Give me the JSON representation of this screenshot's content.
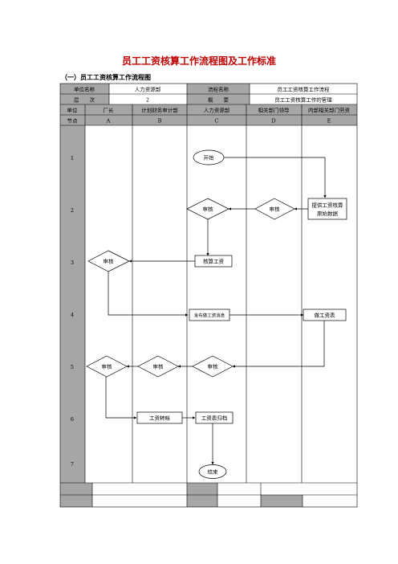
{
  "doc": {
    "title": "员工工资核算工作流程图及工作标准",
    "subtitle": "（一）员工工资核算工作流程图"
  },
  "header": {
    "row1": [
      "单位名称",
      "人力资源部",
      "流程名称",
      "员工工资核算工作流程"
    ],
    "row2": [
      "层　　次",
      "2",
      "概　　要",
      "员工工资核算工作的管理"
    ],
    "row3": [
      "单位",
      "厂长",
      "计划财务审计部",
      "人力资源部",
      "相关部门领导",
      "内部相关部门劳资"
    ],
    "row4": [
      "节点",
      "A",
      "B",
      "C",
      "D",
      "E"
    ]
  },
  "nodes": [
    "1",
    "2",
    "3",
    "4",
    "5",
    "6",
    "7"
  ],
  "flow": {
    "start": "开始",
    "review_c2": "审核",
    "review_d2": "审核",
    "provide_e2_line1": "提供工资核算",
    "provide_e2_line2": "原始数据",
    "review_a3": "审核",
    "calc_c3": "核算工资",
    "publish_c4": "发布做工资消息",
    "make_e4": "做工资表",
    "review_a5": "审核",
    "review_b5": "审核",
    "review_c5": "审核",
    "transfer_b6": "工资转帐",
    "archive_c6": "工资表归档",
    "end": "结束"
  },
  "colors": {
    "title": "#c00000",
    "header_fill": "#a6a6a6",
    "line": "#000000"
  }
}
